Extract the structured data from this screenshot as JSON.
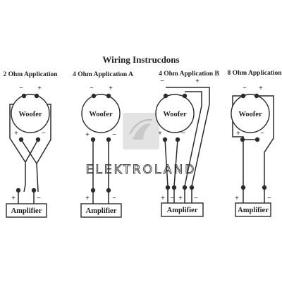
{
  "title": "Wiring Instrucdons",
  "watermark": "ELEKTROLAND",
  "applications": [
    {
      "heading": "2 Ohm Application",
      "woofer": "Woofer",
      "amplifier": "Amplifier",
      "signs": [
        "−",
        "+",
        "+",
        "−",
        "+",
        "−"
      ]
    },
    {
      "heading": "4 Ohm Application  A",
      "woofer": "Woofer",
      "amplifier": "Amplifier",
      "signs": [
        "−",
        "+",
        "+",
        "−",
        "+",
        "−"
      ]
    },
    {
      "heading": "4 Ohm Application  B",
      "woofer": "Woofer",
      "amplifier": "Amplifier",
      "signs": [
        "−",
        "+",
        "+",
        "−",
        "+",
        "−",
        "+",
        "−"
      ]
    },
    {
      "heading": "8 Ohm Application",
      "woofer": "Woofer",
      "amplifier": "Amplifier",
      "signs": [
        "−",
        "+",
        "+",
        "−",
        "+",
        "−"
      ]
    }
  ]
}
